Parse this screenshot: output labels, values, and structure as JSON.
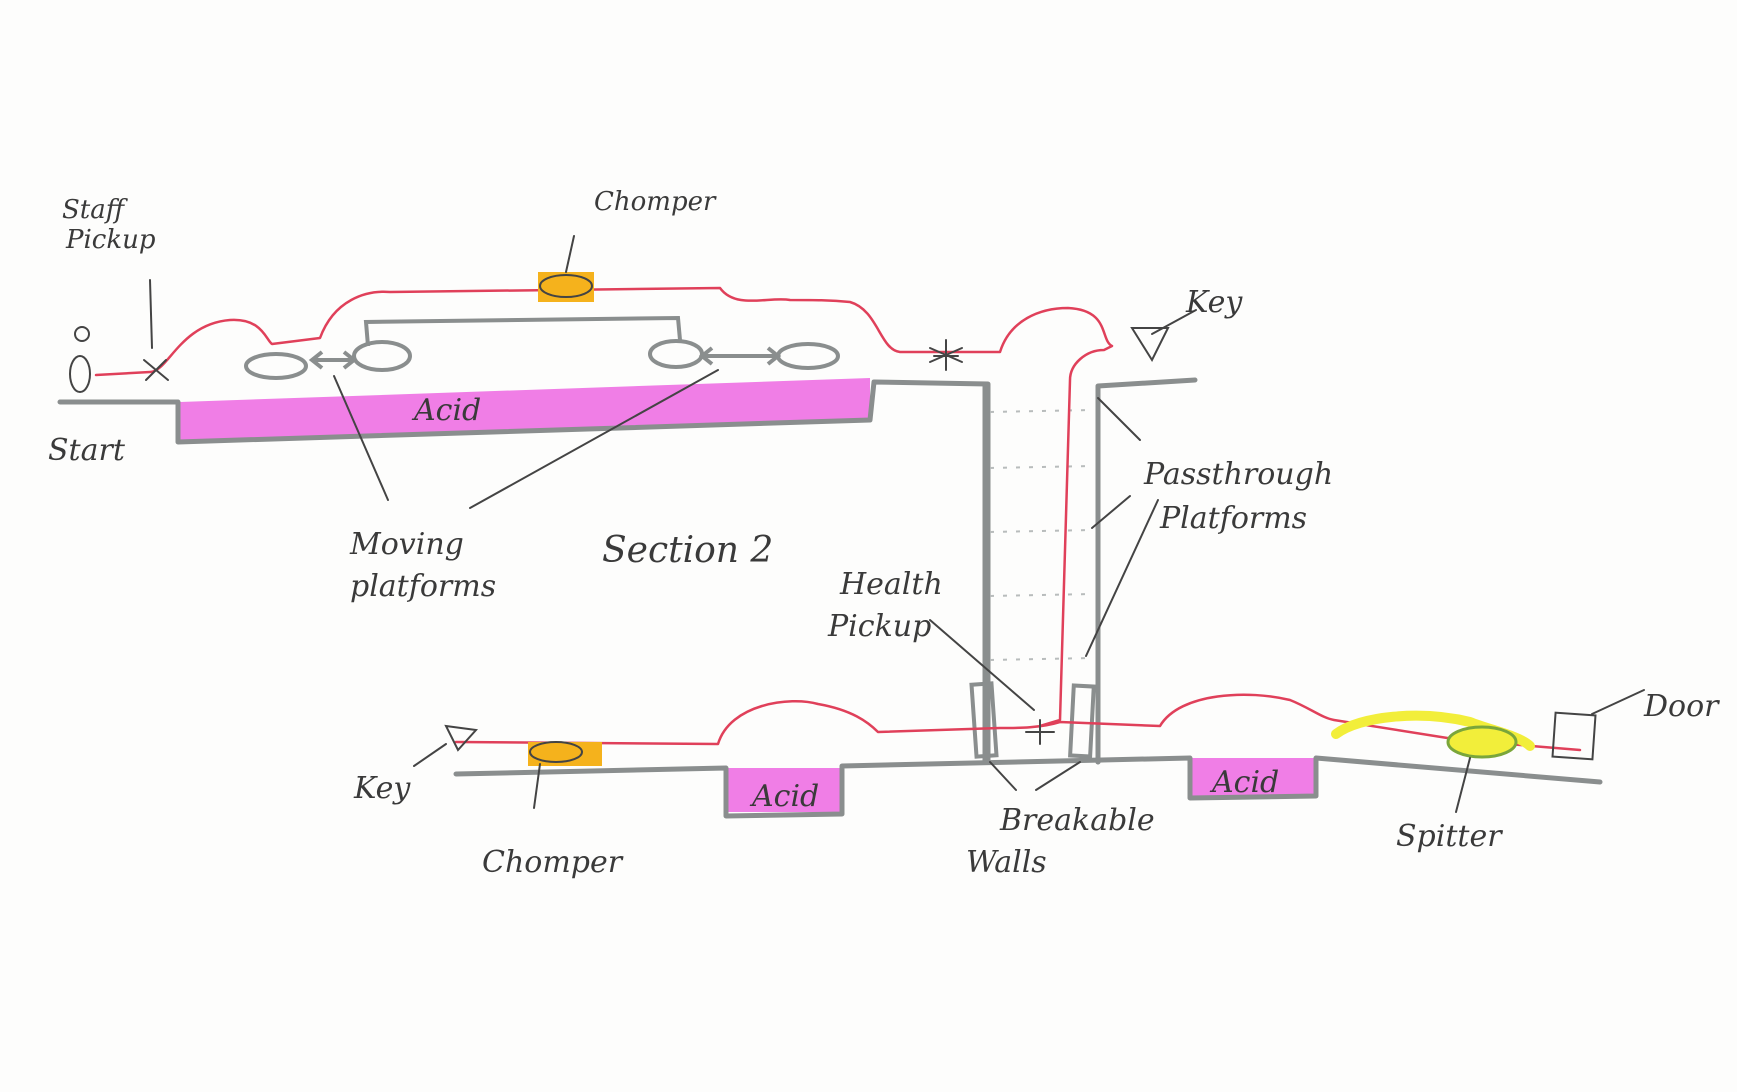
{
  "labels": {
    "staff_pickup": [
      "Staff",
      "Pickup"
    ],
    "start": "Start",
    "chomper_top": "Chomper",
    "acid_top": "Acid",
    "moving_platforms": [
      "Moving",
      "platforms"
    ],
    "section": "Section 2",
    "key_top": "Key",
    "passthrough": [
      "Passthrough",
      "Platforms"
    ],
    "health_pickup": [
      "Health",
      "Pickup"
    ],
    "breakable": [
      "Breakable",
      "Walls"
    ],
    "key_bottom": "Key",
    "chomper_bottom": "Chomper",
    "acid_mid": "Acid",
    "acid_right": "Acid",
    "spitter": "Spitter",
    "door": "Door"
  },
  "colors": {
    "ground": "#8a8e8e",
    "player_path": "#e0405a",
    "acid": "#f07ee6",
    "chomper": "#f5b21c",
    "spitter_highlight": "#f2ee3a",
    "spitter_body": "#7aa63a",
    "ink": "#3a3a3a"
  }
}
